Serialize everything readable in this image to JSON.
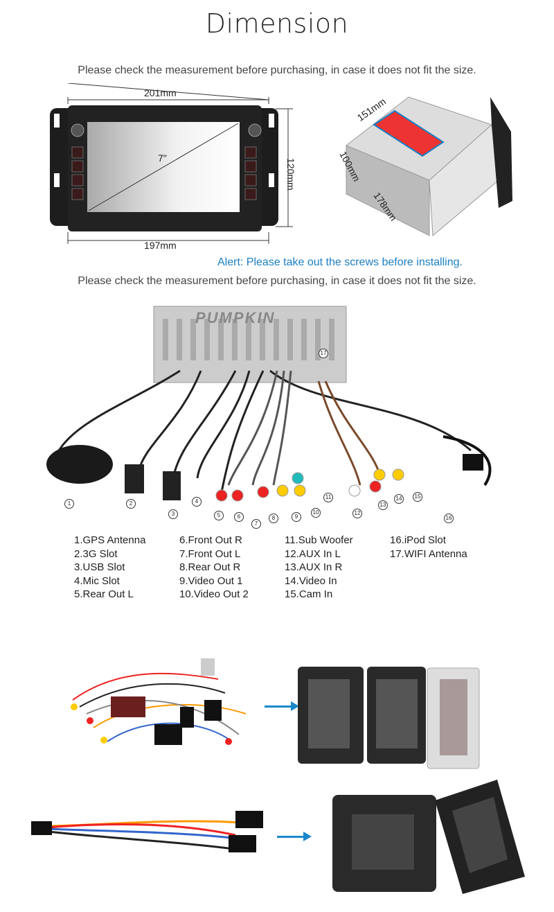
{
  "header": {
    "title": "Dimension",
    "note": "Please check the measurement before purchasing, in case it does not fit the size."
  },
  "dimensions": {
    "width_top": "201mm",
    "width_bottom": "197mm",
    "height": "120mm",
    "screen": "7\"",
    "depth_top": "151mm",
    "depth_side": "100mm",
    "depth_bottom": "178mm"
  },
  "alert": "Alert: Please take out the screws before installing.",
  "note2": "Please check the measurement before purchasing, in case it does not fit the size.",
  "brand": "PUMPKIN",
  "ports": [
    "1",
    "2",
    "3",
    "4",
    "5",
    "6",
    "7",
    "8",
    "9",
    "10",
    "11",
    "12",
    "13",
    "14",
    "15",
    "16",
    "17"
  ],
  "legend": [
    [
      "1.GPS Antenna",
      "2.3G Slot",
      "3.USB Slot",
      "4.Mic Slot",
      "5.Rear Out L"
    ],
    [
      "6.Front Out R",
      "7.Front Out L",
      "8.Rear Out R",
      "9.Video Out 1",
      "10.Video Out 2"
    ],
    [
      "11.Sub Woofer",
      "12.AUX In L",
      "13.AUX In R",
      "14.Video In",
      "15.Cam In"
    ],
    [
      "16.iPod Slot",
      "17.WIFI Antenna"
    ]
  ],
  "colors": {
    "accent": "#1a7fc1",
    "arrow": "#1a88cc"
  }
}
